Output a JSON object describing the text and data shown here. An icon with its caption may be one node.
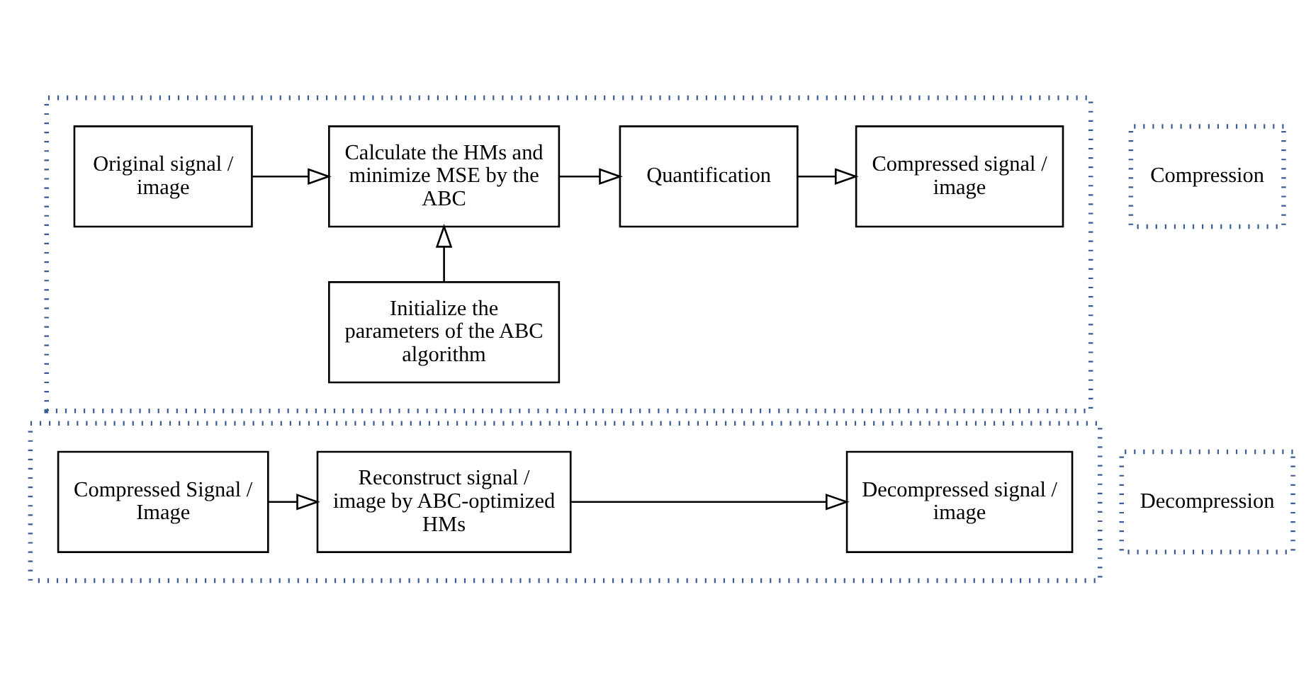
{
  "diagram": {
    "nodes": [
      {
        "text": [],
        "shape": "box"
      },
      {
        "text": [
          "Original signal / image"
        ],
        "in": 0
      },
      {
        "text": [
          "Calculate the HMs and minimize MSE by the ABC"
        ],
        "in": 0
      },
      {
        "text": [
          "Quantification"
        ],
        "in": 0
      },
      {
        "text": [
          "Compressed signal / image"
        ],
        "in": 0
      },
      {
        "text": [
          "Initialize the parameters of the ABC algorithm"
        ],
        "in": 0
      },
      {
        "text": [
          "Compression"
        ]
      },
      {
        "text": [],
        "shape": "box"
      },
      {
        "text": [
          "Compressed Signal / Image"
        ],
        "in": 7
      },
      {
        "text": [
          "Reconstruct signal / image by ABC-optimized HMs"
        ],
        "in": 7
      },
      {
        "text": [
          "Decompressed signal / image"
        ],
        "in": 7
      },
      {
        "text": [
          "Decompression"
        ]
      }
    ],
    "edges": [
      {
        "from": 1,
        "to": 2,
        "arrow": "to"
      },
      {
        "from": 2,
        "to": 3,
        "arrow": "to"
      },
      {
        "from": 3,
        "to": 4,
        "arrow": "to"
      },
      {
        "from": 5,
        "to": 2,
        "arrow": "to"
      },
      {
        "from": 8,
        "to": 9,
        "arrow": "to"
      },
      {
        "from": 9,
        "to": 10,
        "arrow": "to"
      }
    ]
  }
}
